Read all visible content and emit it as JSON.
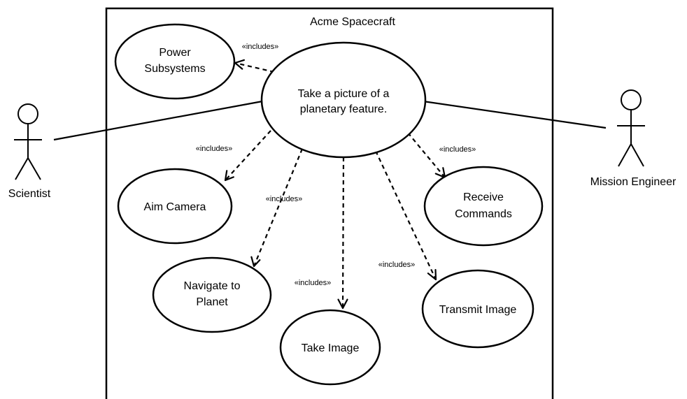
{
  "system": {
    "title": "Acme Spacecraft"
  },
  "actors": {
    "scientist": "Scientist",
    "mission_engineer": "Mission Engineer"
  },
  "use_cases": {
    "main": [
      "Take a picture of a",
      "planetary feature."
    ],
    "power": [
      "Power",
      "Subsystems"
    ],
    "aim": [
      "Aim Camera"
    ],
    "navigate": [
      "Navigate to",
      "Planet"
    ],
    "take_image": [
      "Take Image"
    ],
    "transmit": [
      "Transmit Image"
    ],
    "receive": [
      "Receive",
      "Commands"
    ]
  },
  "relations": {
    "power": "«includes»",
    "aim": "«includes»",
    "navigate": "«includes»",
    "take_image": "«includes»",
    "transmit": "«includes»",
    "receive": "«includes»"
  }
}
